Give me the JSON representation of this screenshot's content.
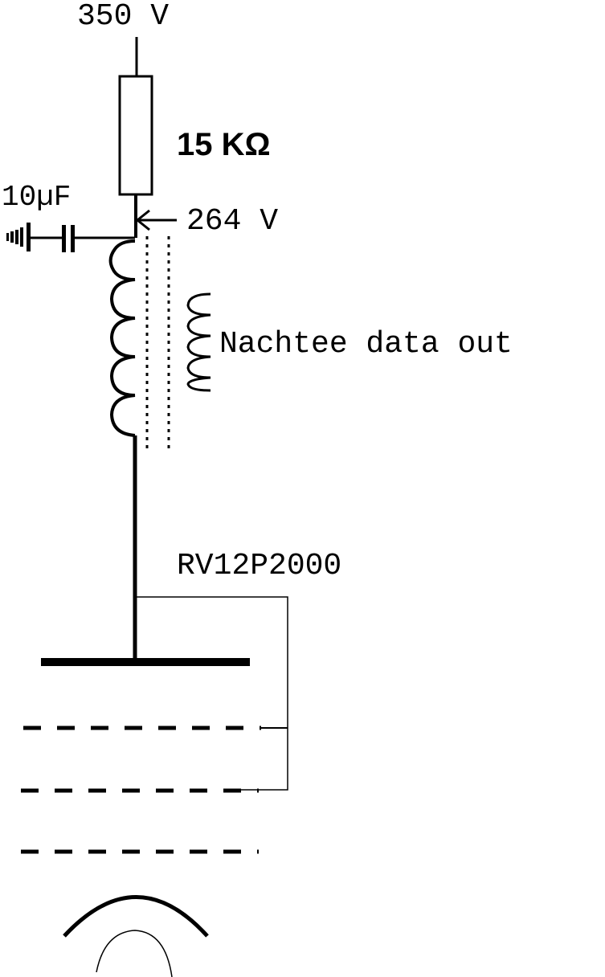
{
  "diagram": {
    "title": "RV12P2000 triode/pentode plate circuit",
    "supply_voltage_label": "350 V",
    "resistor": {
      "value_label": "15 KΩ"
    },
    "capacitor": {
      "value_label": "10µF"
    },
    "node_voltage_label": "264 V",
    "transformer": {
      "secondary_label": "Nachtee data out"
    },
    "tube": {
      "type_label": "RV12P2000"
    },
    "colors": {
      "ink": "#000000",
      "background": "#ffffff"
    }
  }
}
